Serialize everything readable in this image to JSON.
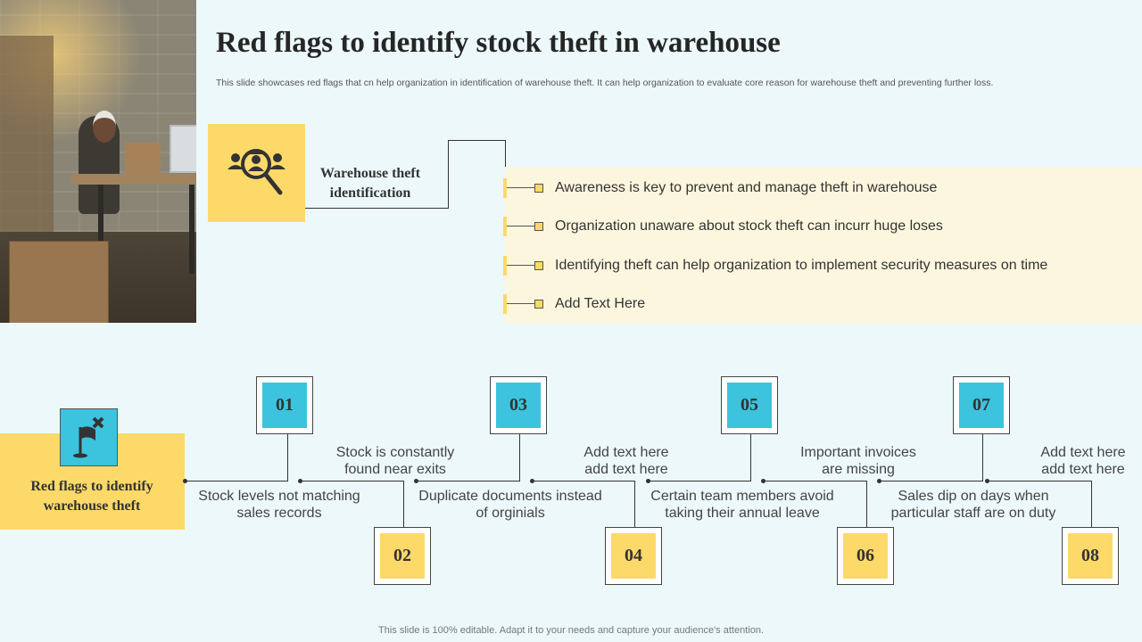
{
  "slide": {
    "title": "Red flags to identify stock theft in warehouse",
    "subtitle": "This slide showcases red flags that cn help organization in identification of warehouse theft. It can help organization to evaluate core reason for warehouse theft and preventing further loss.",
    "footer": "This slide is 100% editable. Adapt it to your needs and capture your audience's attention."
  },
  "identification": {
    "label_line1": "Warehouse theft",
    "label_line2": "identification",
    "icon": "theft-search-icon",
    "bullets": [
      "Awareness is key to prevent and manage theft in warehouse",
      "Organization unaware about stock theft can incurr huge loses",
      "Identifying theft can help organization to implement security measures on time",
      "Add Text Here"
    ]
  },
  "red_flags": {
    "label_line1": "Red flags to identify",
    "label_line2": "warehouse theft",
    "icon": "flag-icon",
    "steps": [
      {
        "num": "01",
        "line1": "Stock levels  not matching",
        "line2": "sales records"
      },
      {
        "num": "02",
        "line1": "Stock is constantly",
        "line2": "found near exits"
      },
      {
        "num": "03",
        "line1": "Duplicate documents  instead",
        "line2": "of orginials"
      },
      {
        "num": "04",
        "line1": "Add text here",
        "line2": "add text here"
      },
      {
        "num": "05",
        "line1": "Certain team members avoid",
        "line2": "taking their annual  leave"
      },
      {
        "num": "06",
        "line1": "Important  invoices",
        "line2": "are missing"
      },
      {
        "num": "07",
        "line1": "Sales dip on days when",
        "line2": "particular staff are on duty"
      },
      {
        "num": "08",
        "line1": "Add text here",
        "line2": "add text here"
      }
    ]
  },
  "colors": {
    "background": "#ecf8fa",
    "yellow": "#fdd96a",
    "blue": "#3cc3de",
    "cream": "#fdf6de"
  }
}
